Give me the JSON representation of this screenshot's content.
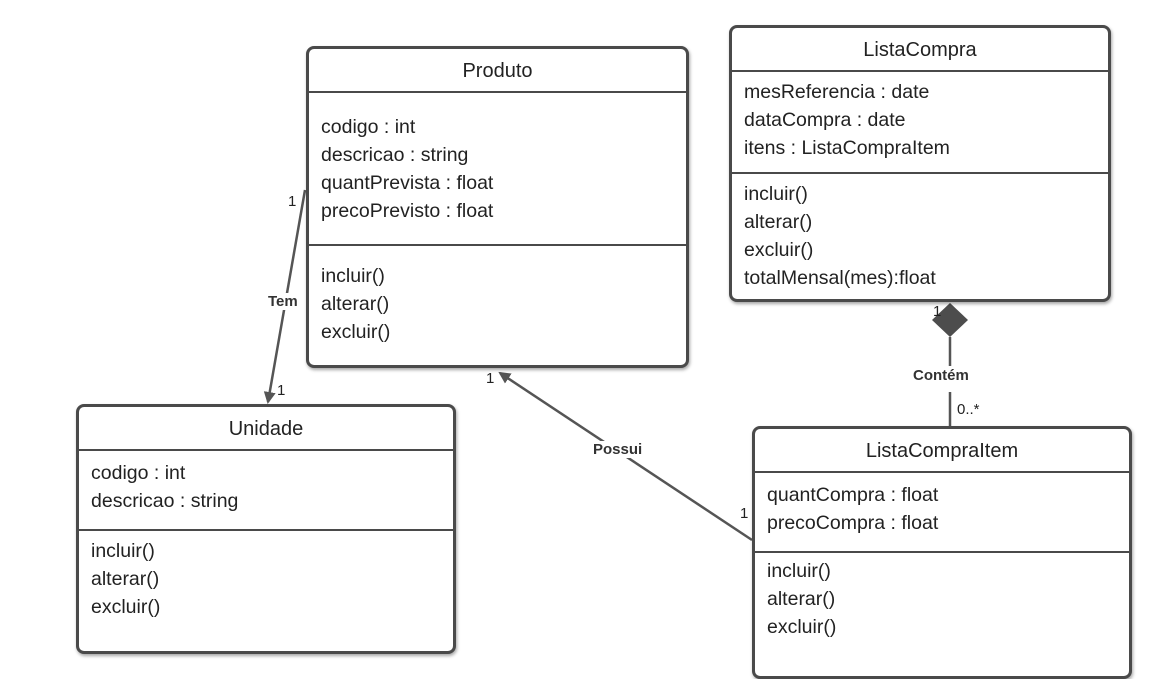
{
  "classes": {
    "produto": {
      "name": "Produto",
      "attributes": [
        "codigo : int",
        "descricao : string",
        "quantPrevista : float",
        "precoPrevisto : float"
      ],
      "methods": [
        "incluir()",
        "alterar()",
        "excluir()"
      ]
    },
    "lista_compra": {
      "name": "ListaCompra",
      "attributes": [
        "mesReferencia : date",
        "dataCompra : date",
        "itens : ListaCompraItem"
      ],
      "methods": [
        "incluir()",
        "alterar()",
        "excluir()",
        "totalMensal(mes):float"
      ]
    },
    "unidade": {
      "name": "Unidade",
      "attributes": [
        "codigo : int",
        "descricao : string"
      ],
      "methods": [
        "incluir()",
        "alterar()",
        "excluir()"
      ]
    },
    "lista_compra_item": {
      "name": "ListaCompraItem",
      "attributes": [
        "quantCompra : float",
        "precoCompra : float"
      ],
      "methods": [
        "incluir()",
        "alterar()",
        "excluir()"
      ]
    }
  },
  "associations": {
    "tem": {
      "label": "Tem",
      "source_mult": "1",
      "target_mult": "1"
    },
    "possui": {
      "label": "Possui",
      "source_mult": "1",
      "target_mult": "1"
    },
    "contem": {
      "label": "Contém",
      "whole_mult": "1",
      "part_mult": "0..*"
    }
  },
  "colors": {
    "line": "#555555",
    "border": "#4a4a4a"
  }
}
